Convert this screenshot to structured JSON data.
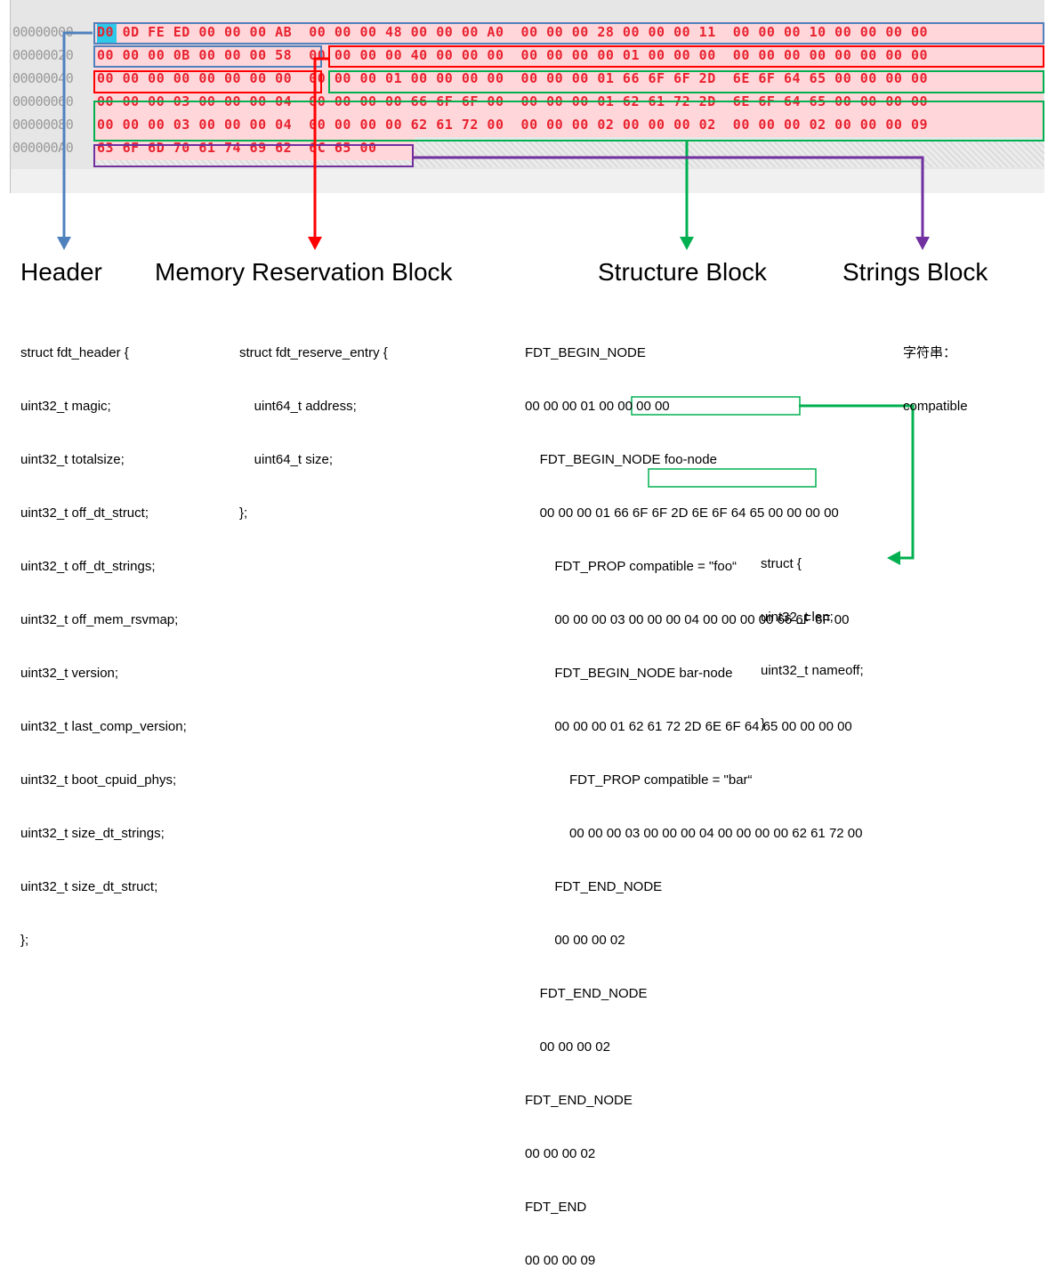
{
  "hex": {
    "rows": [
      {
        "offset": "00000000",
        "bytes": "D0 0D FE ED 00 00 00 AB  00 00 00 48 00 00 00 A0  00 00 00 28 00 00 00 11  00 00 00 10 00 00 00 00"
      },
      {
        "offset": "00000020",
        "bytes": "00 00 00 0B 00 00 00 58  00 00 00 00 40 00 00 00  00 00 00 00 01 00 00 00  00 00 00 00 00 00 00 00"
      },
      {
        "offset": "00000040",
        "bytes": "00 00 00 00 00 00 00 00  00 00 00 01 00 00 00 00  00 00 00 01 66 6F 6F 2D  6E 6F 64 65 00 00 00 00"
      },
      {
        "offset": "00000060",
        "bytes": "00 00 00 03 00 00 00 04  00 00 00 00 66 6F 6F 00  00 00 00 01 62 61 72 2D  6E 6F 64 65 00 00 00 00"
      },
      {
        "offset": "00000080",
        "bytes": "00 00 00 03 00 00 00 04  00 00 00 00 62 61 72 00  00 00 00 02 00 00 00 02  00 00 00 02 00 00 00 09"
      },
      {
        "offset": "000000A0",
        "bytes": "63 6F 6D 70 61 74 69 62  6C 65 00"
      }
    ]
  },
  "sections": {
    "header": "Header",
    "memory": "Memory Reservation Block",
    "structure": "Structure Block",
    "strings": "Strings Block"
  },
  "header_struct": [
    "struct fdt_header {",
    "uint32_t magic;",
    "uint32_t totalsize;",
    "uint32_t off_dt_struct;",
    "uint32_t off_dt_strings;",
    "uint32_t off_mem_rsvmap;",
    "uint32_t version;",
    "uint32_t last_comp_version;",
    "uint32_t boot_cpuid_phys;",
    "uint32_t size_dt_strings;",
    "uint32_t size_dt_struct;",
    "};"
  ],
  "reserve_struct": [
    "struct fdt_reserve_entry {",
    "    uint64_t address;",
    "    uint64_t size;",
    "};"
  ],
  "structure_lines": [
    "FDT_BEGIN_NODE",
    "00 00 00 01 00 00 00 00",
    "    FDT_BEGIN_NODE foo-node",
    "    00 00 00 01 66 6F 6F 2D 6E 6F 64 65 00 00 00 00",
    "        FDT_PROP compatible = \"foo“",
    "        00 00 00 03 00 00 00 04 00 00 00 00 66 6F 6F 00",
    "        FDT_BEGIN_NODE bar-node",
    "        00 00 00 01 62 61 72 2D 6E 6F 64 65 00 00 00 00",
    "            FDT_PROP compatible = \"bar“",
    "            00 00 00 03 00 00 00 04 00 00 00 00 62 61 72 00",
    "        FDT_END_NODE",
    "        00 00 00 02",
    "    FDT_END_NODE",
    "    00 00 00 02",
    "FDT_END_NODE",
    "00 00 00 02",
    "FDT_END",
    "00 00 00 09"
  ],
  "strings_text": [
    "字符串：",
    "compatible"
  ],
  "prop_struct": [
    "struct {",
    "uint32_t len;",
    "uint32_t nameoff;",
    "}"
  ],
  "colors": {
    "header": "#4f81bd",
    "memory": "#ff0000",
    "structure": "#00b050",
    "strings": "#7030a0",
    "hex_text": "#e8222f",
    "hex_bg": "#ffd7da"
  }
}
